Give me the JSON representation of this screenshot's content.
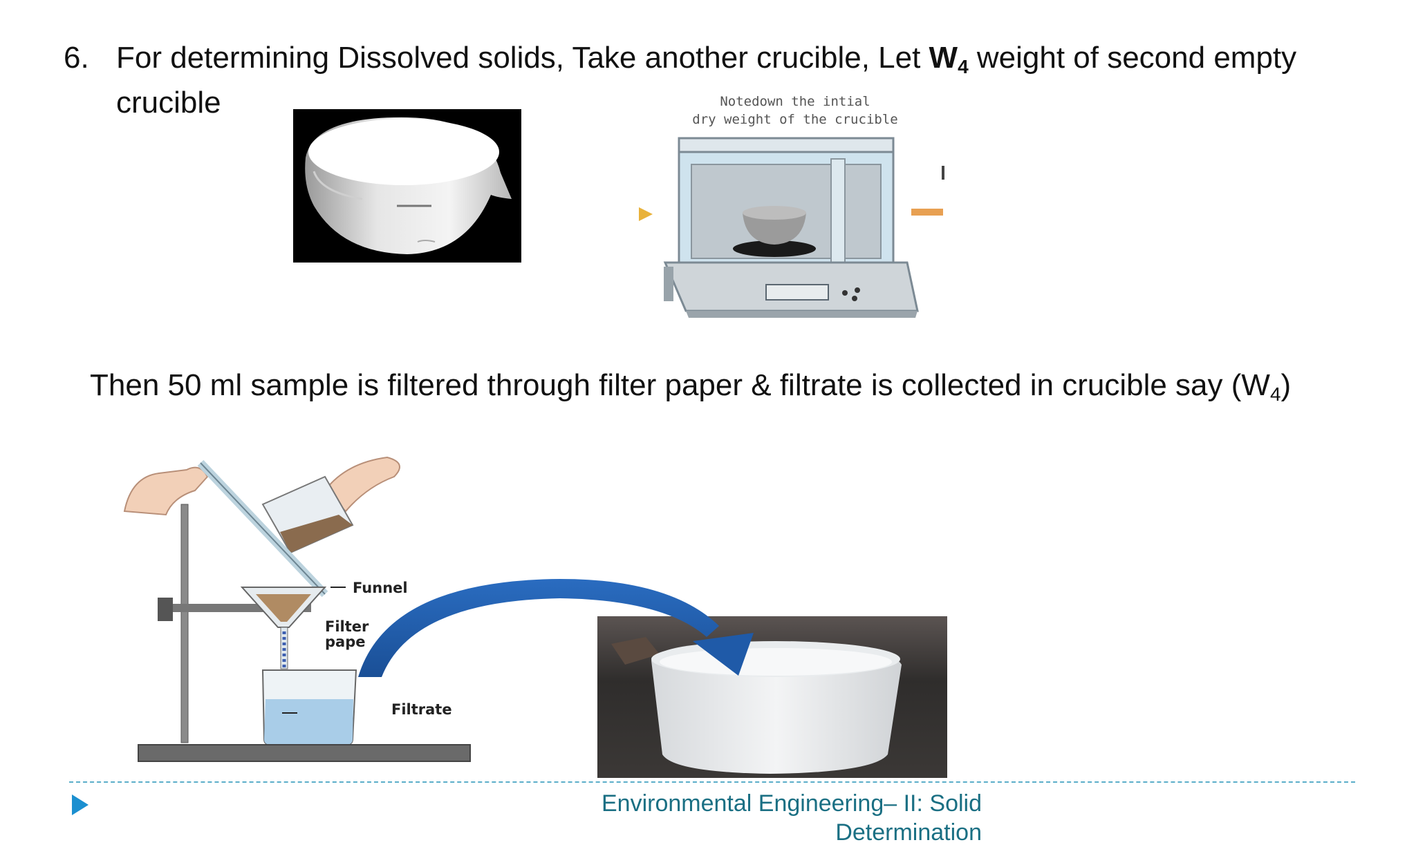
{
  "step": {
    "number": "6.",
    "text_before": "For determining Dissolved solids, Take another crucible, Let ",
    "weight_symbol": "W",
    "weight_sub": "4",
    "text_after": " weight of second empty crucible"
  },
  "balance_image": {
    "caption_line1": "Notedown the intial",
    "caption_line2": "dry weight of the crucible"
  },
  "then": {
    "text_before": "Then 50 ml sample is filtered through filter paper & filtrate is collected in crucible say (W",
    "sub": "4",
    "text_after": ")"
  },
  "filter_image": {
    "label_funnel": "Funnel",
    "label_filter": "Filter",
    "label_paper": "pape",
    "label_filtrate": "Filtrate"
  },
  "footer": {
    "line1": "Environmental Engineering– II: Solid",
    "line2": "Determination"
  },
  "colors": {
    "footer_text": "#1a6f83",
    "footer_marker": "#1b8fd0",
    "arrow": "#1f5aa8",
    "dashed_rule": "#5aaec9"
  }
}
